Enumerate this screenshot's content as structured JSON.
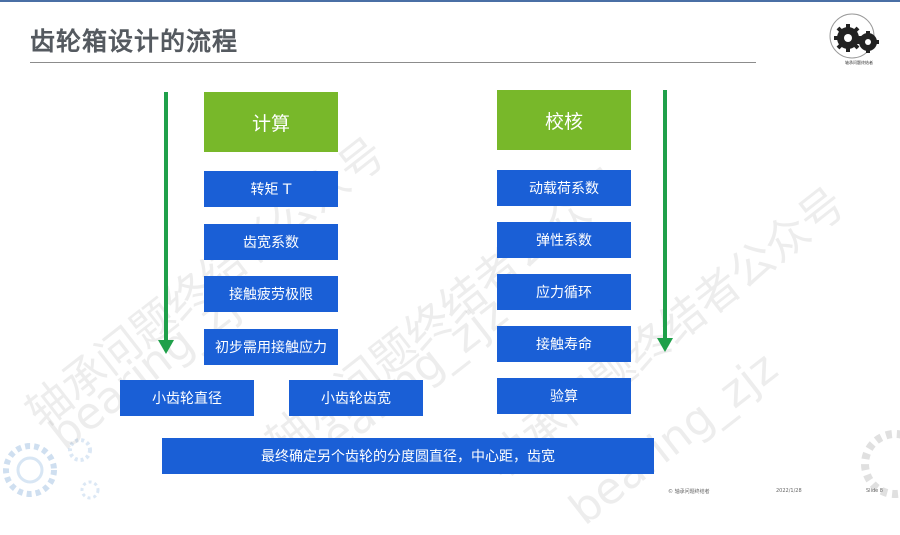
{
  "title": "齿轮箱设计的流程",
  "logo_caption": "轴承问题终结者",
  "left_column": {
    "header": "计算",
    "items": [
      "转矩 T",
      "齿宽系数",
      "接触疲劳极限",
      "初步需用接触应力"
    ]
  },
  "right_column": {
    "header": "校核",
    "items": [
      "动载荷系数",
      "弹性系数",
      "应力循环",
      "接触寿命",
      "验算"
    ]
  },
  "outputs": {
    "small_gear_diameter": "小齿轮直径",
    "small_gear_width": "小齿轮齿宽"
  },
  "final": "最终确定另个齿轮的分度圆直径，中心距，齿宽",
  "watermarks": [
    "轴承问题终结者公众号",
    "bearing_zjz"
  ],
  "footer": {
    "copyright": "© 轴承问题终结者",
    "date": "2022/1/28",
    "slide": "Slide 8"
  },
  "colors": {
    "blue": "#1a5fd6",
    "green": "#78b82a",
    "arrow": "#1fa04a"
  }
}
